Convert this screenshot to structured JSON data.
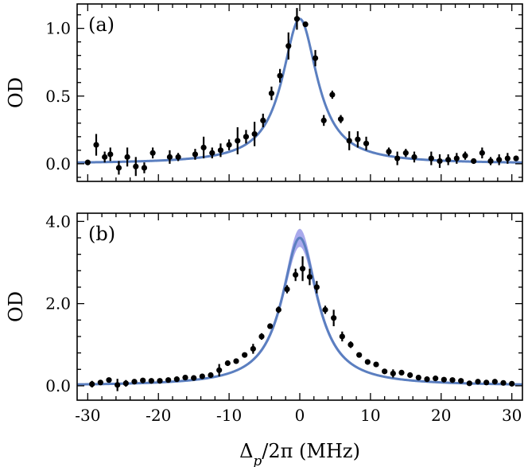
{
  "chart_data": [
    {
      "type": "scatter",
      "panel_label": "(a)",
      "ylabel": "OD",
      "xlabel": "",
      "xlim": [
        -31.5,
        31.5
      ],
      "ylim": [
        -0.13,
        1.18
      ],
      "yticks": [
        0.0,
        0.5,
        1.0
      ],
      "ytick_labels": [
        "0.0",
        "0.5",
        "1.0"
      ],
      "xticks": [
        -30,
        -20,
        -10,
        0,
        10,
        20,
        30
      ],
      "xtick_labels": [],
      "grid": false,
      "points": [
        {
          "x": -30.0,
          "y": 0.01,
          "err": 0.02
        },
        {
          "x": -28.8,
          "y": 0.14,
          "err": 0.08
        },
        {
          "x": -27.6,
          "y": 0.05,
          "err": 0.04
        },
        {
          "x": -26.8,
          "y": 0.07,
          "err": 0.05
        },
        {
          "x": -25.6,
          "y": -0.03,
          "err": 0.05
        },
        {
          "x": -24.4,
          "y": 0.05,
          "err": 0.07
        },
        {
          "x": -23.2,
          "y": -0.02,
          "err": 0.07
        },
        {
          "x": -22.0,
          "y": -0.03,
          "err": 0.04
        },
        {
          "x": -20.8,
          "y": 0.08,
          "err": 0.04
        },
        {
          "x": -18.4,
          "y": 0.05,
          "err": 0.05
        },
        {
          "x": -17.2,
          "y": 0.05,
          "err": 0.03
        },
        {
          "x": -14.8,
          "y": 0.07,
          "err": 0.04
        },
        {
          "x": -13.6,
          "y": 0.12,
          "err": 0.08
        },
        {
          "x": -12.4,
          "y": 0.08,
          "err": 0.04
        },
        {
          "x": -11.2,
          "y": 0.1,
          "err": 0.05
        },
        {
          "x": -10.0,
          "y": 0.14,
          "err": 0.04
        },
        {
          "x": -8.8,
          "y": 0.17,
          "err": 0.1
        },
        {
          "x": -7.6,
          "y": 0.2,
          "err": 0.05
        },
        {
          "x": -6.4,
          "y": 0.22,
          "err": 0.09
        },
        {
          "x": -5.2,
          "y": 0.32,
          "err": 0.05
        },
        {
          "x": -4.0,
          "y": 0.52,
          "err": 0.05
        },
        {
          "x": -2.8,
          "y": 0.65,
          "err": 0.05
        },
        {
          "x": -1.6,
          "y": 0.87,
          "err": 0.1
        },
        {
          "x": -0.4,
          "y": 1.07,
          "err": 0.08
        },
        {
          "x": 0.8,
          "y": 1.03,
          "err": 0.02
        },
        {
          "x": 2.2,
          "y": 0.78,
          "err": 0.06
        },
        {
          "x": 3.4,
          "y": 0.32,
          "err": 0.04
        },
        {
          "x": 4.6,
          "y": 0.51,
          "err": 0.03
        },
        {
          "x": 5.8,
          "y": 0.33,
          "err": 0.03
        },
        {
          "x": 7.0,
          "y": 0.17,
          "err": 0.07
        },
        {
          "x": 8.2,
          "y": 0.18,
          "err": 0.06
        },
        {
          "x": 9.4,
          "y": 0.15,
          "err": 0.05
        },
        {
          "x": 12.6,
          "y": 0.09,
          "err": 0.03
        },
        {
          "x": 13.8,
          "y": 0.04,
          "err": 0.05
        },
        {
          "x": 15.0,
          "y": 0.08,
          "err": 0.03
        },
        {
          "x": 16.2,
          "y": 0.05,
          "err": 0.04
        },
        {
          "x": 18.6,
          "y": 0.04,
          "err": 0.05
        },
        {
          "x": 19.8,
          "y": 0.02,
          "err": 0.05
        },
        {
          "x": 21.0,
          "y": 0.03,
          "err": 0.04
        },
        {
          "x": 22.2,
          "y": 0.04,
          "err": 0.04
        },
        {
          "x": 23.4,
          "y": 0.06,
          "err": 0.03
        },
        {
          "x": 24.6,
          "y": 0.02,
          "err": 0.02
        },
        {
          "x": 25.8,
          "y": 0.08,
          "err": 0.04
        },
        {
          "x": 27.0,
          "y": 0.02,
          "err": 0.03
        },
        {
          "x": 28.2,
          "y": 0.03,
          "err": 0.04
        },
        {
          "x": 29.4,
          "y": 0.04,
          "err": 0.04
        },
        {
          "x": 30.6,
          "y": 0.04,
          "err": 0.02
        }
      ],
      "fit": {
        "amplitude": 1.07,
        "center": 0.0,
        "hwhm": 3.0,
        "offset": 0.0,
        "band": 0.0
      }
    },
    {
      "type": "scatter",
      "panel_label": "(b)",
      "ylabel": "OD",
      "xlabel": "Δp/2π (MHz)",
      "xlim": [
        -31.5,
        31.5
      ],
      "ylim": [
        -0.35,
        4.2
      ],
      "yticks": [
        0.0,
        2.0,
        4.0
      ],
      "ytick_labels": [
        "0.0",
        "2.0",
        "4.0"
      ],
      "xticks": [
        -30,
        -20,
        -10,
        0,
        10,
        20,
        30
      ],
      "xtick_labels": [
        "-30",
        "-20",
        "-10",
        "0",
        "10",
        "20",
        "30"
      ],
      "grid": false,
      "points": [
        {
          "x": -29.4,
          "y": 0.04,
          "err": 0.08
        },
        {
          "x": -28.2,
          "y": 0.08,
          "err": 0.05
        },
        {
          "x": -27.0,
          "y": 0.14,
          "err": 0.05
        },
        {
          "x": -25.8,
          "y": 0.02,
          "err": 0.15
        },
        {
          "x": -24.6,
          "y": 0.06,
          "err": 0.08
        },
        {
          "x": -23.4,
          "y": 0.1,
          "err": 0.05
        },
        {
          "x": -22.2,
          "y": 0.13,
          "err": 0.05
        },
        {
          "x": -21.0,
          "y": 0.12,
          "err": 0.05
        },
        {
          "x": -19.8,
          "y": 0.12,
          "err": 0.05
        },
        {
          "x": -18.6,
          "y": 0.14,
          "err": 0.05
        },
        {
          "x": -17.4,
          "y": 0.16,
          "err": 0.05
        },
        {
          "x": -16.2,
          "y": 0.2,
          "err": 0.05
        },
        {
          "x": -15.0,
          "y": 0.19,
          "err": 0.05
        },
        {
          "x": -13.8,
          "y": 0.23,
          "err": 0.06
        },
        {
          "x": -12.6,
          "y": 0.26,
          "err": 0.06
        },
        {
          "x": -11.4,
          "y": 0.38,
          "err": 0.15
        },
        {
          "x": -10.2,
          "y": 0.55,
          "err": 0.06
        },
        {
          "x": -9.0,
          "y": 0.6,
          "err": 0.06
        },
        {
          "x": -7.8,
          "y": 0.75,
          "err": 0.06
        },
        {
          "x": -6.6,
          "y": 0.9,
          "err": 0.12
        },
        {
          "x": -5.4,
          "y": 1.2,
          "err": 0.08
        },
        {
          "x": -4.2,
          "y": 1.45,
          "err": 0.06
        },
        {
          "x": -3.0,
          "y": 1.85,
          "err": 0.08
        },
        {
          "x": -1.8,
          "y": 2.35,
          "err": 0.1
        },
        {
          "x": -0.6,
          "y": 2.7,
          "err": 0.15
        },
        {
          "x": 0.4,
          "y": 2.85,
          "err": 0.3
        },
        {
          "x": 1.4,
          "y": 2.65,
          "err": 0.2
        },
        {
          "x": 2.4,
          "y": 2.4,
          "err": 0.15
        },
        {
          "x": 3.6,
          "y": 1.85,
          "err": 0.1
        },
        {
          "x": 4.8,
          "y": 1.65,
          "err": 0.2
        },
        {
          "x": 6.0,
          "y": 1.2,
          "err": 0.12
        },
        {
          "x": 7.2,
          "y": 1.0,
          "err": 0.08
        },
        {
          "x": 8.4,
          "y": 0.75,
          "err": 0.06
        },
        {
          "x": 9.6,
          "y": 0.58,
          "err": 0.06
        },
        {
          "x": 10.8,
          "y": 0.52,
          "err": 0.06
        },
        {
          "x": 12.0,
          "y": 0.35,
          "err": 0.06
        },
        {
          "x": 13.2,
          "y": 0.3,
          "err": 0.1
        },
        {
          "x": 14.4,
          "y": 0.32,
          "err": 0.06
        },
        {
          "x": 15.6,
          "y": 0.26,
          "err": 0.05
        },
        {
          "x": 16.8,
          "y": 0.2,
          "err": 0.05
        },
        {
          "x": 18.0,
          "y": 0.16,
          "err": 0.05
        },
        {
          "x": 19.2,
          "y": 0.18,
          "err": 0.05
        },
        {
          "x": 20.4,
          "y": 0.15,
          "err": 0.05
        },
        {
          "x": 21.6,
          "y": 0.14,
          "err": 0.05
        },
        {
          "x": 22.8,
          "y": 0.12,
          "err": 0.05
        },
        {
          "x": 24.0,
          "y": 0.06,
          "err": 0.05
        },
        {
          "x": 25.2,
          "y": 0.1,
          "err": 0.05
        },
        {
          "x": 26.4,
          "y": 0.08,
          "err": 0.06
        },
        {
          "x": 27.6,
          "y": 0.1,
          "err": 0.06
        },
        {
          "x": 28.8,
          "y": 0.07,
          "err": 0.05
        },
        {
          "x": 30.0,
          "y": 0.05,
          "err": 0.05
        }
      ],
      "fit": {
        "amplitude": 3.6,
        "center": 0.0,
        "hwhm": 3.05,
        "offset": 0.0,
        "band": 0.22
      }
    }
  ],
  "colors": {
    "fit_line": "#5b7fc0",
    "fit_band": "#8c8ce6",
    "points": "#000000"
  }
}
